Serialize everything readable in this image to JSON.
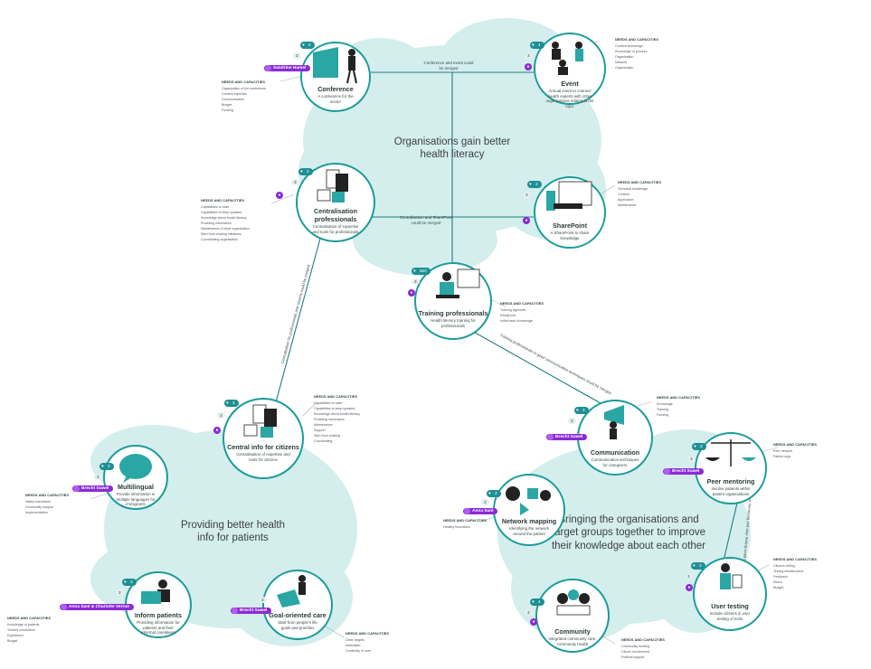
{
  "clusters": {
    "top": "Organisations gain better health literacy",
    "left": "Providing better health info for patients",
    "right": "Bringing the organisations and target groups together to improve their knowledge about each other"
  },
  "edge_labels": {
    "conference_event": "Conference and event could be merged",
    "central_sharepoint": "Centralisation and SharePoint could be merged",
    "central_citizens": "Centralisation for professionals and citizens could be merged",
    "training_communication": "Training professionals in good communication techniques could be merged",
    "peer_user": "Peer mentoring and user testing could be merged"
  },
  "needs_heading": "NEEDS AND CAPACITIES",
  "nodes": {
    "conference": {
      "title": "Conference",
      "desc": "A conference for the sector",
      "owner": "Sandrine Hamel",
      "likes": "6",
      "count": "3"
    },
    "event": {
      "title": "Event",
      "desc": "Annual event to connect health experts with other organizations related to the topic",
      "likes": "4",
      "count": "3"
    },
    "centralisation": {
      "title": "Centralisation professionals",
      "desc": "Centralisation of expertise and tools for professionals",
      "likes": "3",
      "count": "3"
    },
    "sharepoint": {
      "title": "SharePoint",
      "desc": "A SharePoint to share knowledge",
      "likes": "2",
      "count": "3"
    },
    "training": {
      "title": "Training professionals",
      "desc": "Health literacy training for professionals",
      "likes": "650",
      "count": "3"
    },
    "central_citizens": {
      "title": "Central info for citizens",
      "desc": "Centralisation of expertise and tools for citizens",
      "likes": "3",
      "count": "3"
    },
    "multilingual": {
      "title": "Multilingual",
      "desc": "Provide information in multiple languages for immigrants",
      "owner": "Brecht Suwel",
      "likes": "3",
      "count": "3"
    },
    "inform": {
      "title": "Inform patients",
      "desc": "Providing information for patients and their informal caretakers",
      "owner": "Anna Sanl & Charlotte Verrue",
      "likes": "3",
      "count": "3"
    },
    "goal": {
      "title": "Goal-oriented care",
      "desc": "Start from people's life goals and priorities",
      "owner": "Brecht Suwel",
      "likes": "3",
      "count": "3"
    },
    "communication": {
      "title": "Communication",
      "desc": "Communication techniques for caregivers",
      "owner": "Brecht Suwel",
      "likes": "3",
      "count": "3"
    },
    "peer": {
      "title": "Peer mentoring",
      "desc": "Involve patients within patient organisations",
      "owner": "Brecht Suwel",
      "likes": "3",
      "count": "3"
    },
    "network": {
      "title": "Network mapping",
      "desc": "Identifying the network around the patient",
      "owner": "Anna Sanl",
      "likes": "3",
      "count": "3"
    },
    "community": {
      "title": "Community",
      "desc": "Integrated community care, community health",
      "likes": "4",
      "count": "3"
    },
    "usertesting": {
      "title": "User testing",
      "desc": "Include citizens in user testing of tools",
      "likes": "3",
      "count": "3"
    }
  }
}
